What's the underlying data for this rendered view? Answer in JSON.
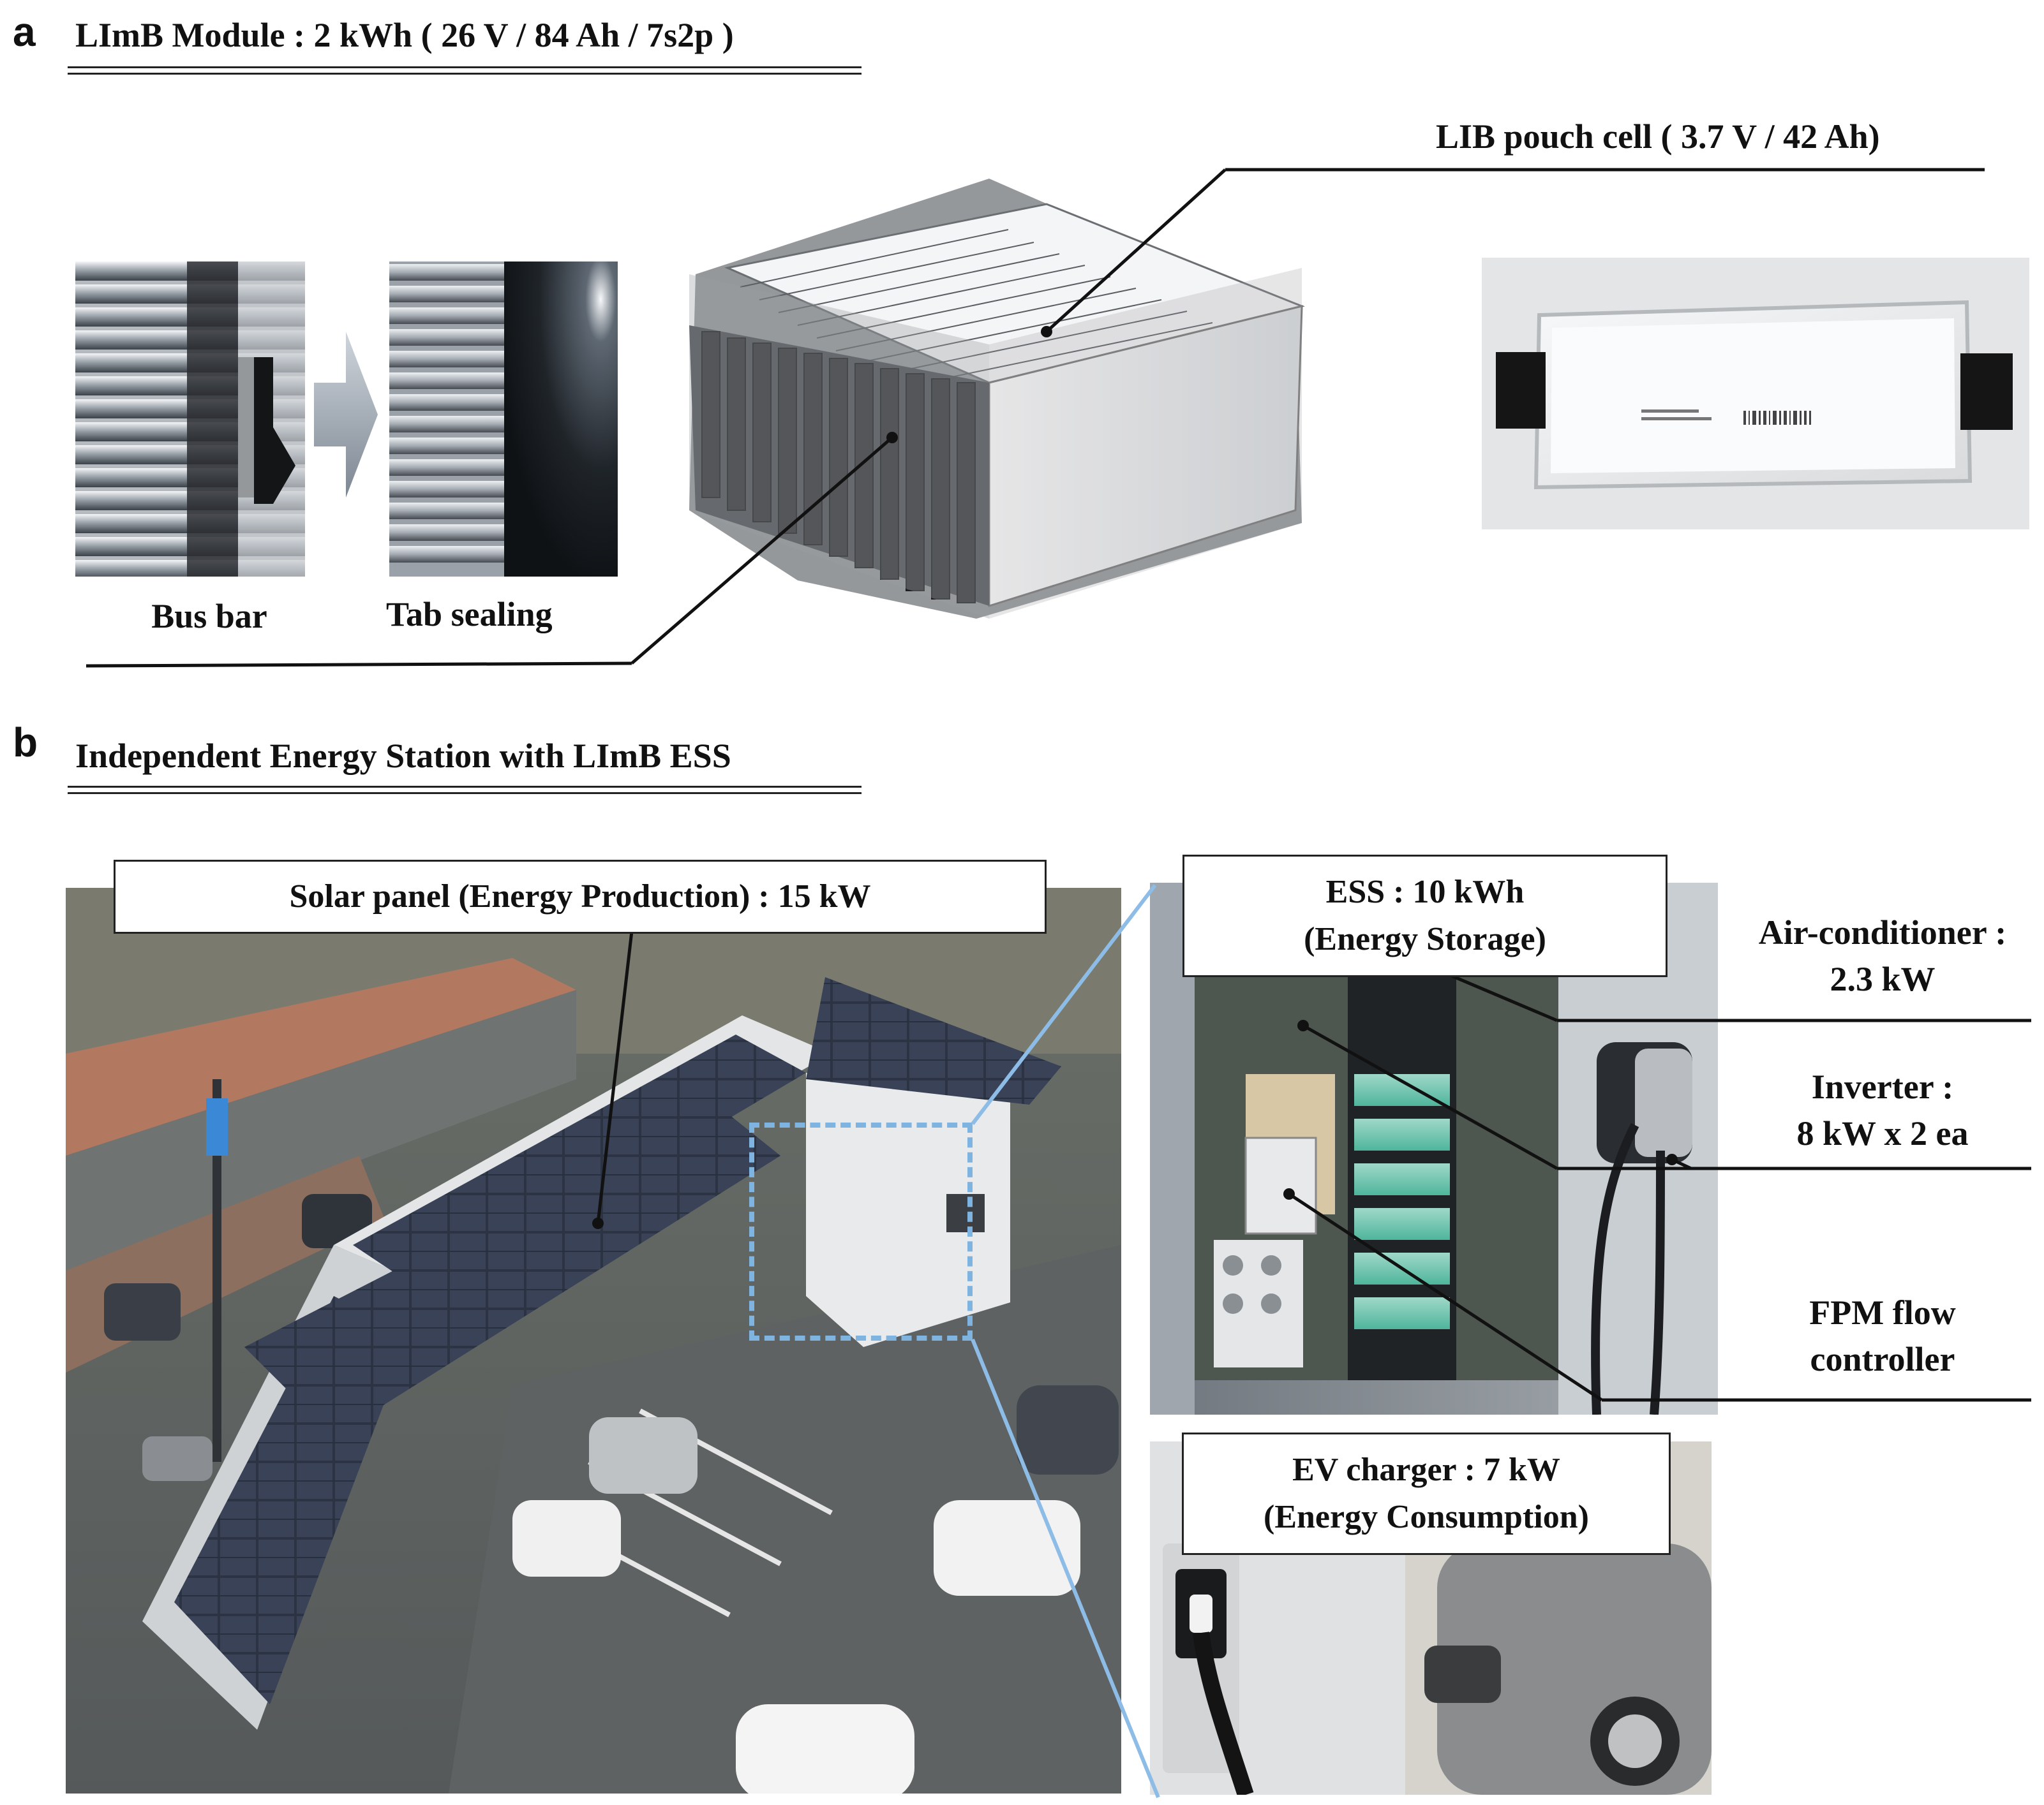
{
  "panel_a": {
    "letter": "a",
    "title": "LImB Module :  2 kWh  ( 26 V / 84 Ah / 7s2p )",
    "pouch_cell_label": "LIB pouch cell    ( 3.7 V / 42 Ah)",
    "bus_bar_label": "Bus bar",
    "tab_sealing_label": "Tab sealing"
  },
  "panel_b": {
    "letter": "b",
    "title": "Independent Energy Station with LImB ESS",
    "solar_callout": "Solar panel (Energy Production) : 15 kW",
    "ess_callout_line1": "ESS : 10 kWh",
    "ess_callout_line2": "(Energy Storage)",
    "ev_callout_line1": "EV charger : 7 kW",
    "ev_callout_line2": "(Energy Consumption)",
    "aircon_line1": "Air-conditioner :",
    "aircon_line2": "2.3 kW",
    "inverter_line1": "Inverter :",
    "inverter_line2": "8 kW x 2 ea",
    "fpm_line1": "FPM flow",
    "fpm_line2": "controller"
  },
  "colors": {
    "highlight_box": "#7fb3e0",
    "zoom_lines": "#8dbce6",
    "module_casing": "#8a8d90"
  }
}
